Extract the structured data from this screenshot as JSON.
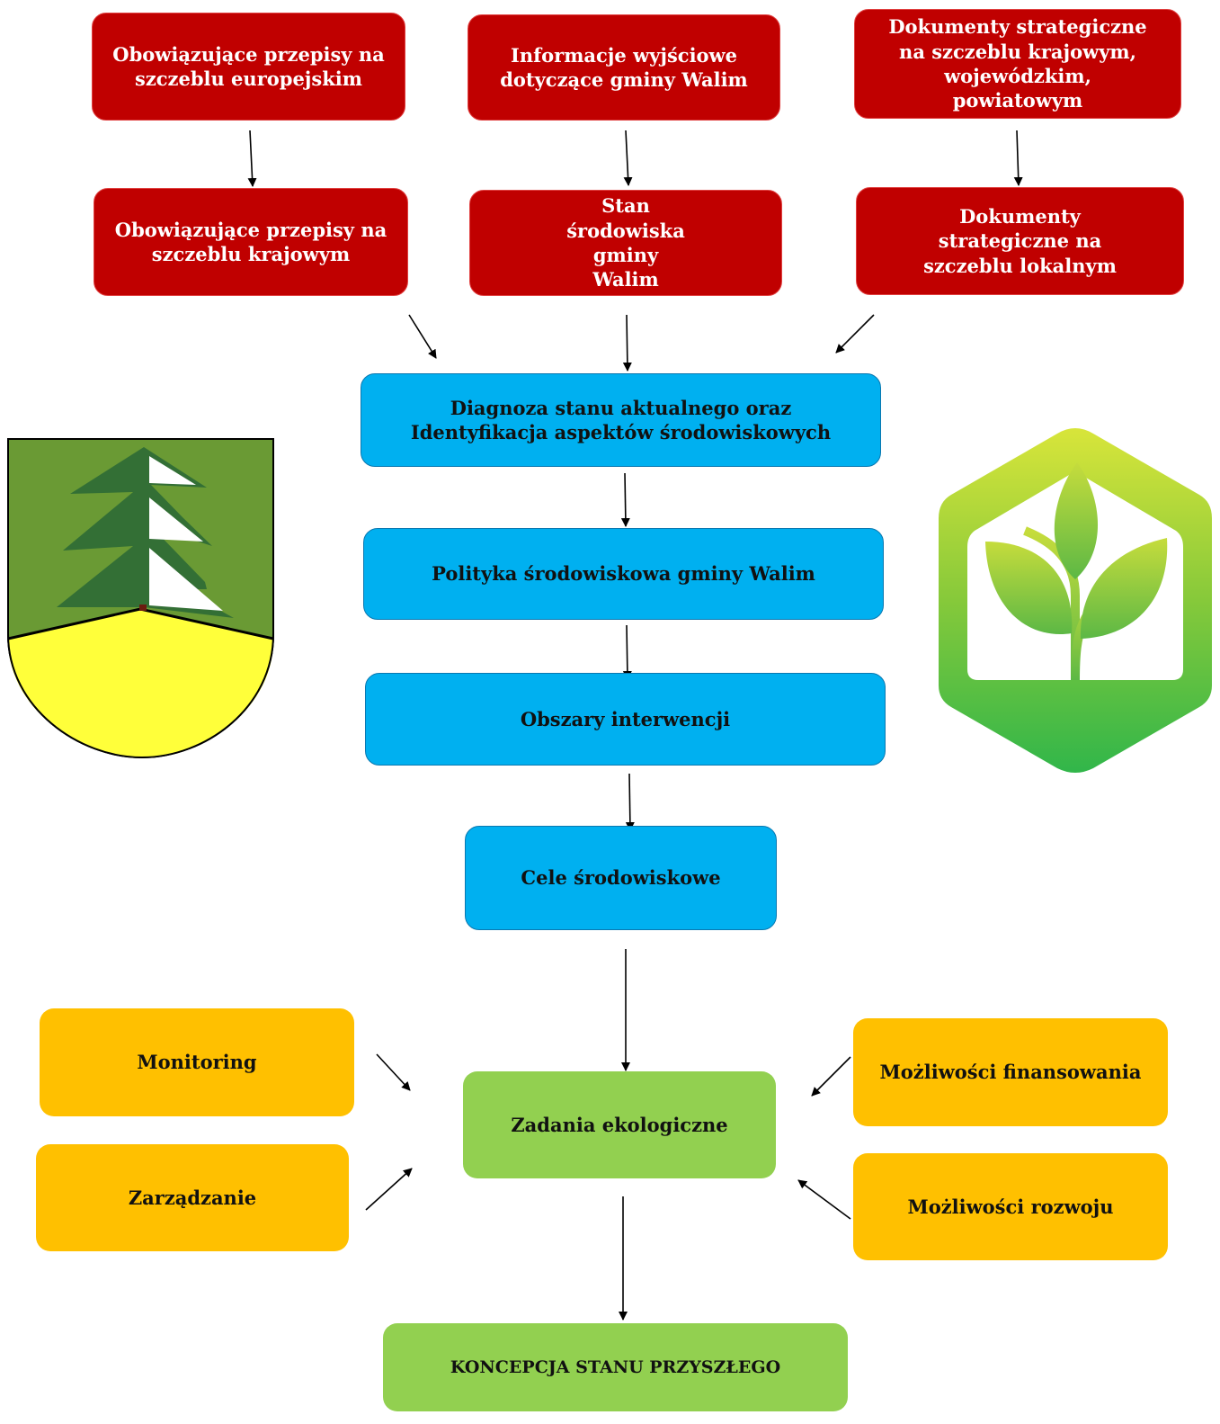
{
  "colors": {
    "source": "#c00000",
    "process": "#00b0f0",
    "outcome": "#92d050",
    "factor": "#ffc000"
  },
  "sources": {
    "eu_rules": "Obowiązujące przepisy na szczeblu europejskim",
    "initial_info": "Informacje wyjściowe dotyczące gminy Walim",
    "strategic_docs": "Dokumenty strategiczne na szczeblu krajowym, wojewódzkim, powiatowym",
    "national_rules": "Obowiązujące przepisy na szczeblu krajowym",
    "env_state": "Stan środowiska gminy Walim",
    "local_docs": "Dokumenty strategiczne na szczeblu lokalnym"
  },
  "process": {
    "diagnosis": "Diagnoza stanu aktualnego oraz Identyfikacja aspektów środowiskowych",
    "policy": "Polityka środowiskowa gminy Walim",
    "areas": "Obszary interwencji",
    "goals": "Cele środowiskowe"
  },
  "factors": {
    "monitoring": "Monitoring",
    "management": "Zarządzanie",
    "financing": "Możliwości finansowania",
    "development": "Możliwości rozwoju"
  },
  "outcome": {
    "tasks": "Zadania ekologiczne",
    "concept": "KONCEPCJA STANU PRZYSZŁEGO"
  },
  "icons": {
    "left_emblem": "coat-of-arms-icon",
    "right_emblem": "eco-plant-house-icon"
  }
}
